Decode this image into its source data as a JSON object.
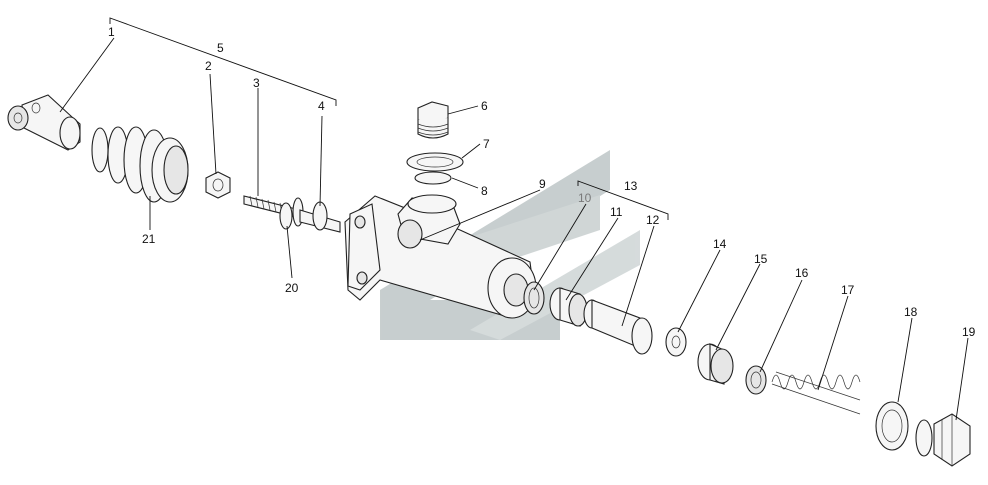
{
  "diagram": {
    "callouts": {
      "n1": "1",
      "n2": "2",
      "n3": "3",
      "n4": "4",
      "n5": "5",
      "n6": "6",
      "n7": "7",
      "n8": "8",
      "n9": "9",
      "n10": "10",
      "n11": "11",
      "n12": "12",
      "n13": "13",
      "n14": "14",
      "n15": "15",
      "n16": "16",
      "n17": "17",
      "n18": "18",
      "n19": "19",
      "n20": "20",
      "n21": "21"
    },
    "colors": {
      "watermark": "#9aa7a8",
      "callout_10": "#7a7a7a",
      "line": "#111111"
    }
  }
}
